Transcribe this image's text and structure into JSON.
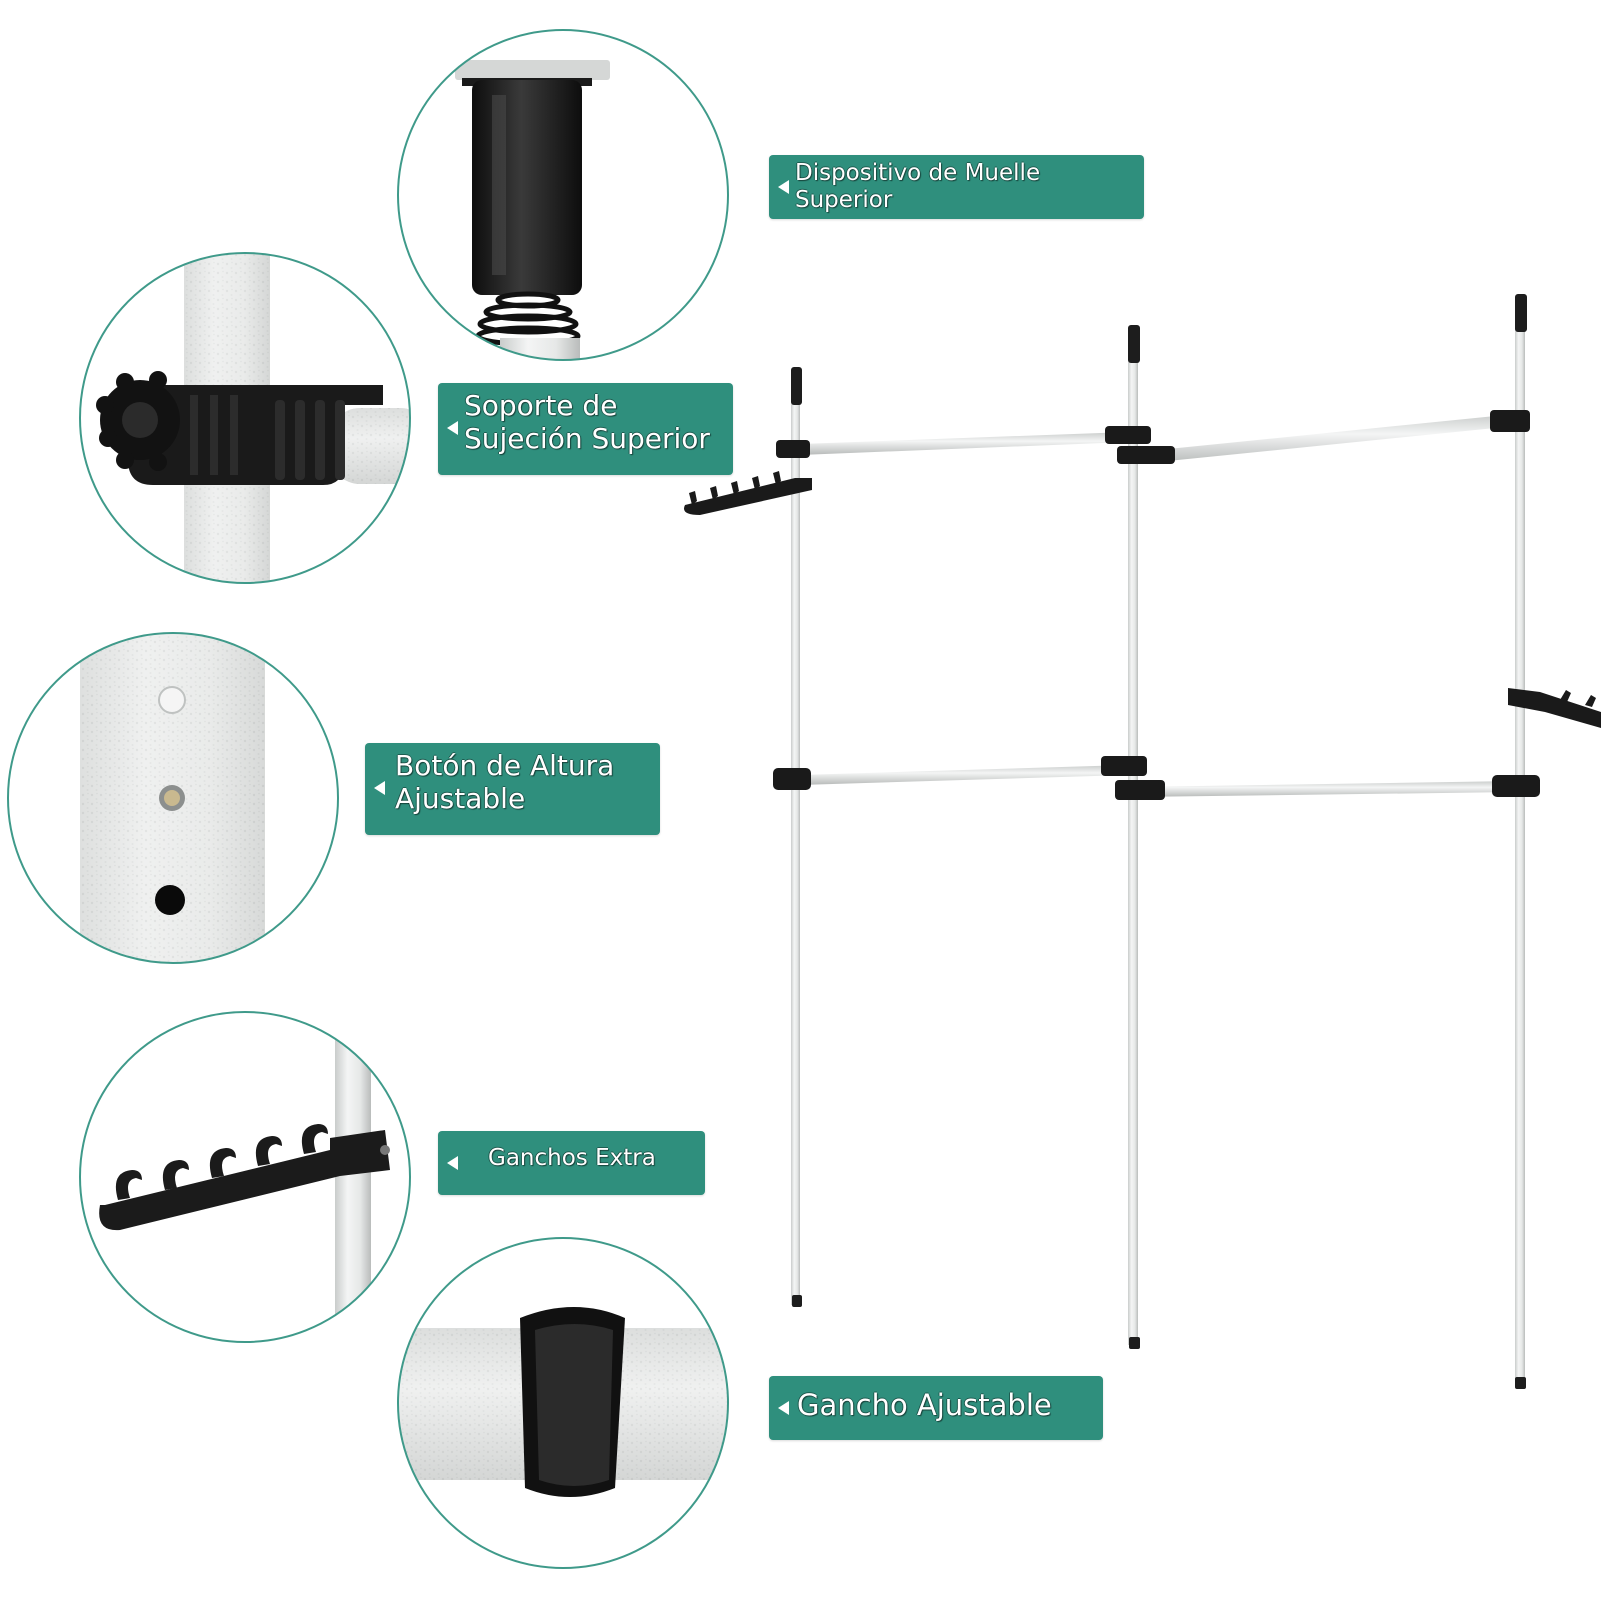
{
  "callouts": {
    "top_spring": "Dispositivo de Muelle\nSuperior",
    "top_clamp": "Soporte de\nSujeción Superior",
    "height_button": "Botón de Altura\nAjustable",
    "extra_hooks": "Ganchos Extra",
    "adjustable_hook": "Gancho Ajustable"
  },
  "colors": {
    "accent": "#2f8f7d",
    "ring": "#3f9a8a",
    "metal": "#e9ebea",
    "plastic": "#1c1c1c"
  },
  "icons": {
    "callout_pointer": "left-triangle-icon"
  }
}
